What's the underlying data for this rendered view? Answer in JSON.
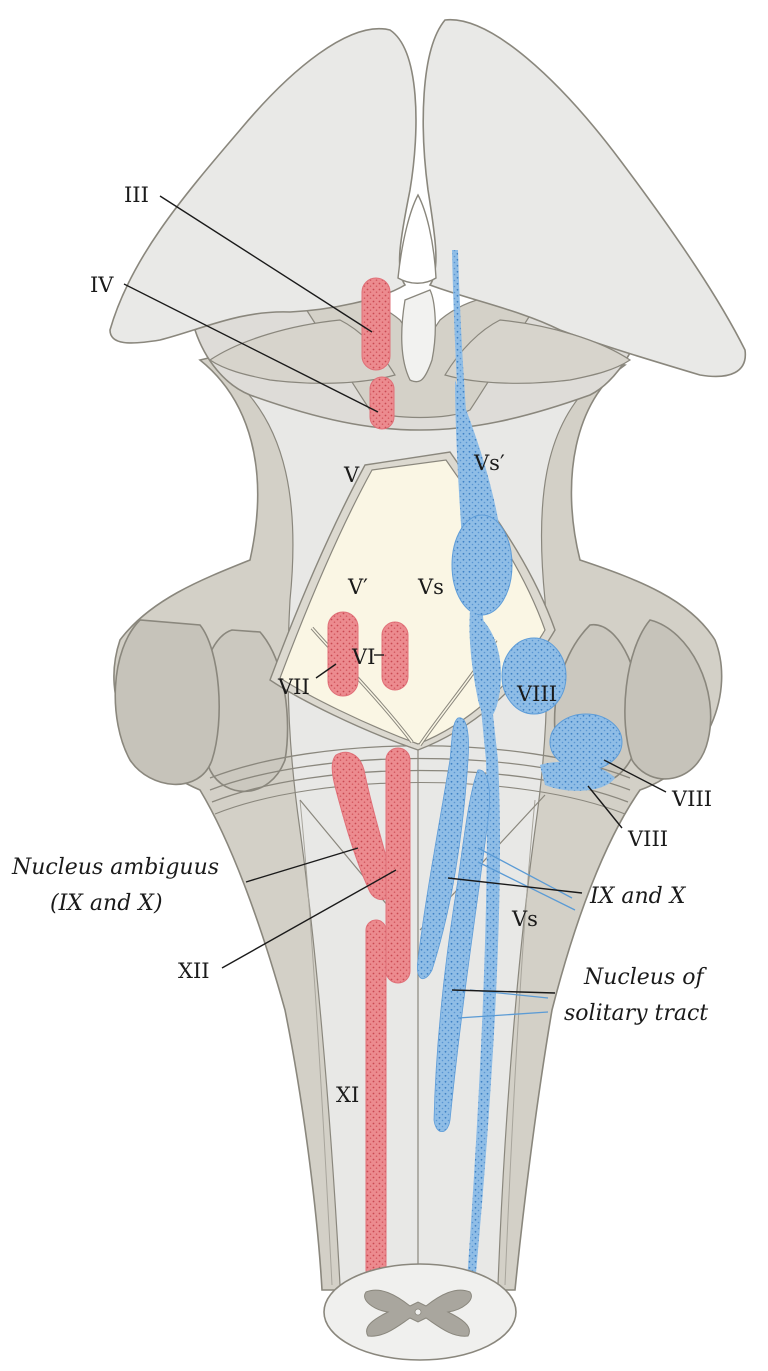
{
  "labels": {
    "III": "III",
    "IV": "IV",
    "V": "V",
    "Vs_prime": "Vs′",
    "V_prime": "V′",
    "Vs_upper": "Vs",
    "VI": "VI",
    "VII": "VII",
    "VIII_fossa": "VIII",
    "VIII_lateral_1": "VIII",
    "VIII_lateral_2": "VIII",
    "nucleus_ambiguus_line1": "Nucleus ambiguus",
    "nucleus_ambiguus_line2": "(IX and X)",
    "XII": "XII",
    "IX_and_X": "IX and X",
    "Vs_lower": "Vs",
    "solitary_line1": "Nucleus of",
    "solitary_line2": "solitary tract",
    "XI": "XI"
  },
  "colors": {
    "background": "#ffffff",
    "brainstem_fill": "#e6e6e4",
    "lateral_shade": "#cfccc3",
    "outline": "#8a877d",
    "fossa_fill": "#faf6e4",
    "motor_nuclei": "#e8787c",
    "sensory_nuclei": "#7fb0de",
    "leader_line": "#1a1a1a",
    "nerve_fiber": "#5b9bd5"
  }
}
